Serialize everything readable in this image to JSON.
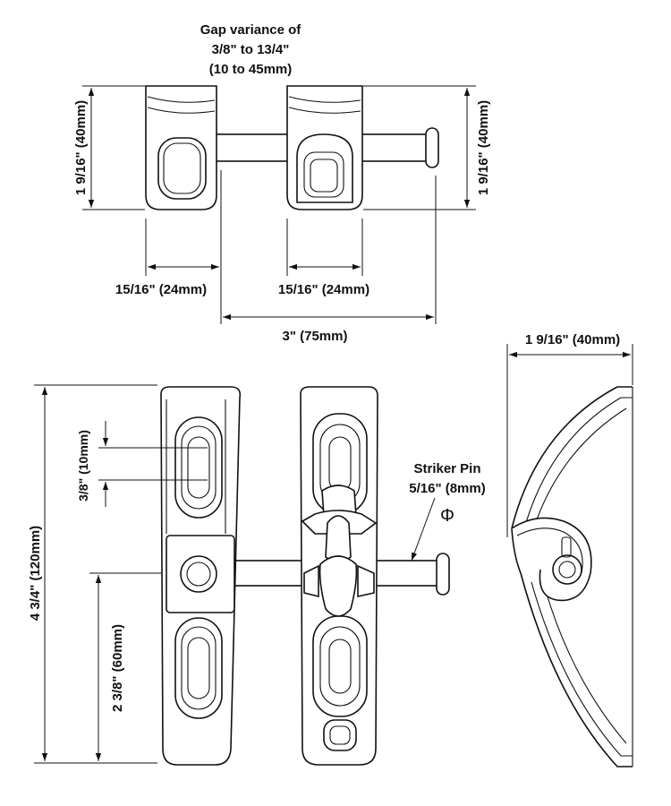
{
  "gap_variance": {
    "line1": "Gap variance of",
    "line2": "3/8\" to 13/4\"",
    "line3": "(10 to 45mm)"
  },
  "dimensions": {
    "top_left_height": "1 9/16\" (40mm)",
    "top_right_height": "1 9/16\" (40mm)",
    "left_width": "15/16\" (24mm)",
    "right_width": "15/16\" (24mm)",
    "overall_width": "3\" (75mm)",
    "side_width": "1 9/16\" (40mm)",
    "total_height": "4 3/4\" (120mm)",
    "slot_height": "3/8\" (10mm)",
    "lower_height": "2 3/8\" (60mm)"
  },
  "striker_pin": {
    "title": "Striker Pin",
    "size": "5/16\" (8mm)",
    "symbol": "Φ"
  }
}
